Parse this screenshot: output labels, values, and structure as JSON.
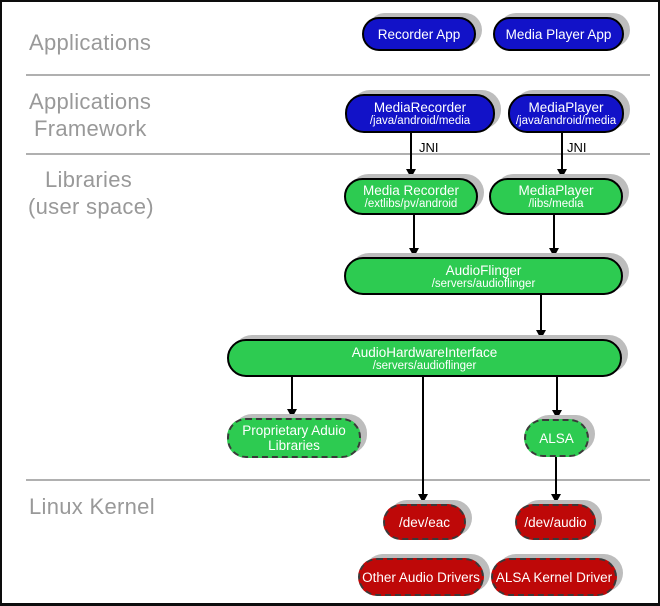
{
  "sections": {
    "applications": "Applications",
    "applications_framework": [
      "Applications",
      "Framework"
    ],
    "libraries": [
      "Libraries",
      "(user space)"
    ],
    "linux_kernel": "Linux Kernel"
  },
  "jni_labels": [
    "JNI",
    "JNI"
  ],
  "nodes": {
    "recorder_app": {
      "title": "Recorder App"
    },
    "media_player_app": {
      "title": "Media Player App"
    },
    "media_recorder_framework": {
      "title": "MediaRecorder",
      "subtitle": "/java/android/media"
    },
    "media_player_framework": {
      "title": "MediaPlayer",
      "subtitle": "/java/android/media"
    },
    "media_recorder_lib": {
      "title": "Media Recorder",
      "subtitle": "/extlibs/pv/android"
    },
    "media_player_lib": {
      "title": "MediaPlayer",
      "subtitle": "/libs/media"
    },
    "audio_flinger": {
      "title": "AudioFlinger",
      "subtitle": "/servers/audioflinger"
    },
    "audio_hardware_interface": {
      "title": "AudioHardwareInterface",
      "subtitle": "/servers/audioflinger"
    },
    "proprietary_audio_libraries": {
      "title": "Proprietary Aduio",
      "title_line2": "Libraries"
    },
    "alsa": {
      "title": "ALSA"
    },
    "dev_eac": {
      "title": "/dev/eac"
    },
    "dev_audio": {
      "title": "/dev/audio"
    },
    "other_audio_drivers": {
      "title": "Other Audio Drivers"
    },
    "alsa_kernel_driver": {
      "title": "ALSA Kernel Driver"
    }
  },
  "colors": {
    "applications_blue": "#1212c8",
    "libraries_green": "#2dcb51",
    "kernel_red": "#be0808",
    "node_text": "#ffffff",
    "section_label_gray": "#999999",
    "divider_gray": "#b0b0b0",
    "shadow_gray": "#bdbdbd",
    "arrow_black": "#000000"
  }
}
